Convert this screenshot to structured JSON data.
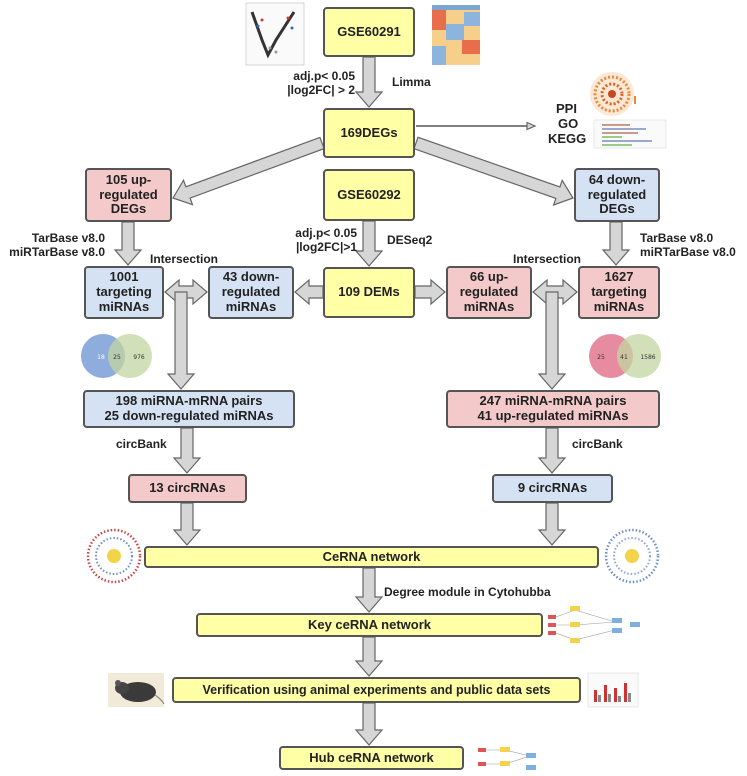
{
  "boxes": {
    "gse60291": "GSE60291",
    "degs169": "169DEGs",
    "up_degs": "105 up-\nregulated\nDEGs",
    "gse60292": "GSE60292",
    "down_degs": "64 down-\nregulated\nDEGs",
    "targeting_1001": "1001\ntargeting\nmiRNAs",
    "down_mirnas_43": "43 down-\nregulated\nmiRNAs",
    "dems_109": "109 DEMs",
    "up_mirnas_66": "66 up-\nregulated\nmiRNAs",
    "targeting_1627": "1627\ntargeting\nmiRNAs",
    "pairs_left": "198 miRNA-mRNA pairs\n25 down-regulated miRNAs",
    "pairs_right": "247 miRNA-mRNA pairs\n41 up-regulated miRNAs",
    "circ_13": "13 circRNAs",
    "circ_9": "9 circRNAs",
    "cerna": "CeRNA network",
    "key_cerna": "Key ceRNA network",
    "verification": "Verification using animal experiments and public data sets",
    "hub_cerna": "Hub ceRNA network"
  },
  "labels": {
    "adj_top": "adj.p< 0.05\n|log2FC| > 2",
    "limma": "Limma",
    "ppi": "PPI",
    "go": "GO",
    "kegg": "KEGG",
    "tarbase_left": "TarBase v8.0\nmiRTarBase v8.0",
    "intersection_left": "Intersection",
    "adj_mid": "adj.p< 0.05\n|log2FC|>1",
    "deseq2": "DESeq2",
    "intersection_right": "Intersection",
    "tarbase_right": "TarBase v8.0\nmiRTarBase v8.0",
    "circbank_left": "circBank",
    "circbank_right": "circBank",
    "degree": "Degree module in Cytohubba"
  },
  "venn_left": {
    "left": "18",
    "center": "25",
    "right": "976"
  },
  "venn_right": {
    "left": "25",
    "center": "41",
    "right": "1586"
  },
  "colors": {
    "yellow_box": "#ffffa6",
    "pink_box": "#f3c9c9",
    "blue_box": "#d5e2f3",
    "arrow_fill": "#d6d6d6",
    "arrow_stroke": "#666666"
  }
}
